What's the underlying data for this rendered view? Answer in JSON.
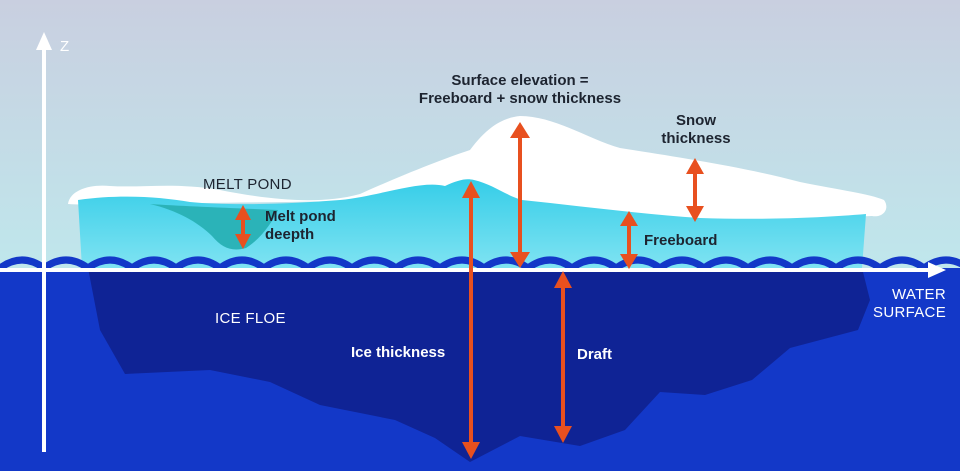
{
  "axis": {
    "z_label": "Z"
  },
  "labels": {
    "surface_elevation_line1": "Surface elevation =",
    "surface_elevation_line2": "Freeboard + snow thickness",
    "snow_thickness_line1": "Snow",
    "snow_thickness_line2": "thickness",
    "melt_pond": "MELT POND",
    "melt_pond_depth_line1": "Melt pond",
    "melt_pond_depth_line2": "deepth",
    "freeboard": "Freeboard",
    "water_surface_line1": "WATER",
    "water_surface_line2": "SURFACE",
    "ice_floe": "ICE FLOE",
    "ice_thickness": "Ice thickness",
    "draft": "Draft"
  },
  "colors": {
    "sky_top": "#c9cfe0",
    "sky_bottom": "#bfe7ec",
    "snow": "#ffffff",
    "ice_above": "#35cde8",
    "ice_above_light": "#7fe3f2",
    "melt_pond": "#2bb3b8",
    "water": "#1338c8",
    "ice_below": "#0f2395",
    "arrow": "#e8501f",
    "axis": "#ffffff"
  }
}
